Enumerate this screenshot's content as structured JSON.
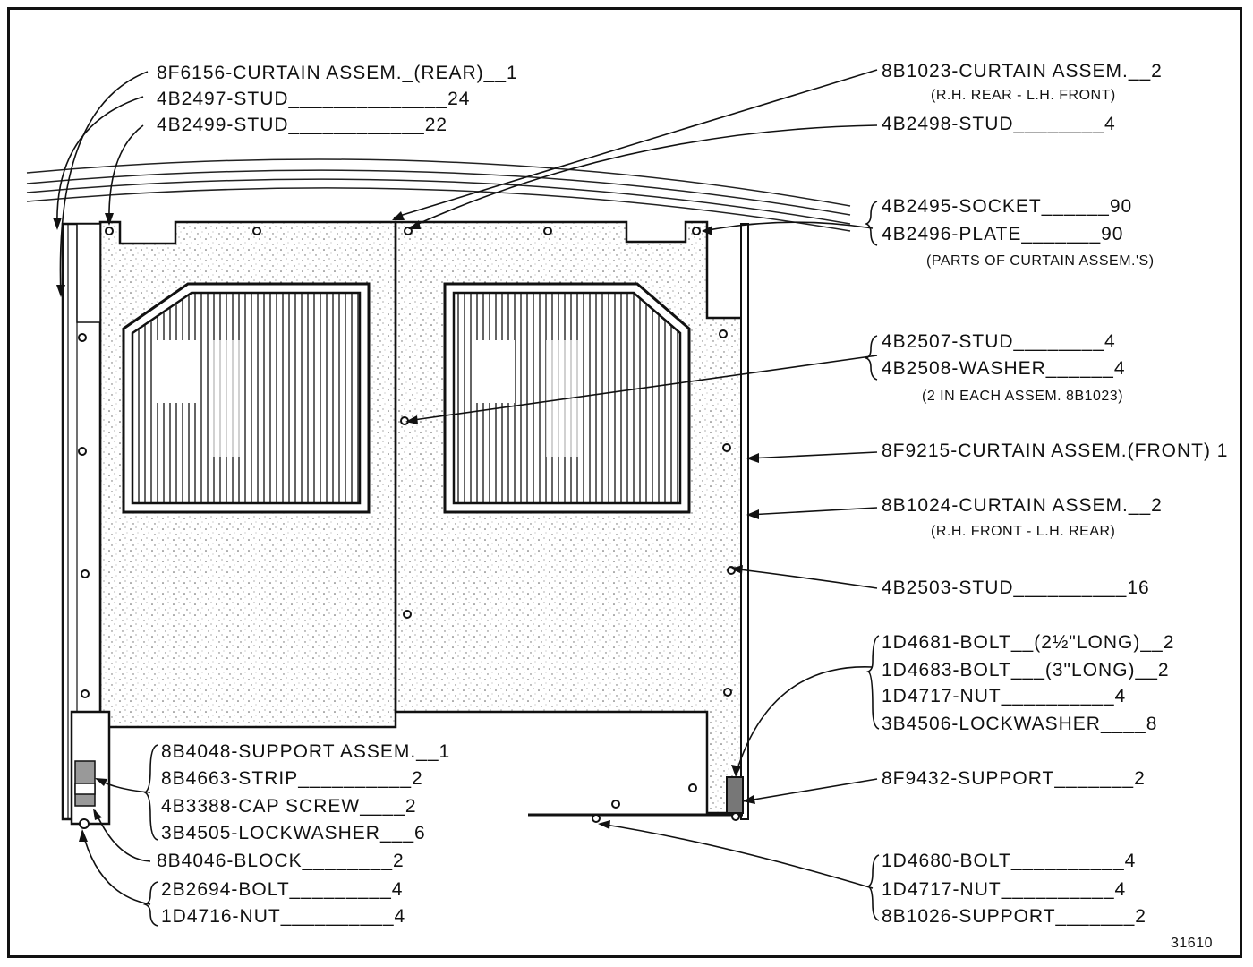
{
  "drawing_number": "31610",
  "callouts": {
    "curtain_rear": "8F6156-CURTAIN ASSEM._(REAR)__1",
    "stud_4b2497": "4B2497-STUD______________24",
    "stud_4b2499": "4B2499-STUD____________22",
    "curtain_8b1023": "8B1023-CURTAIN ASSEM.__2",
    "curtain_8b1023_note": "(R.H. REAR - L.H. FRONT)",
    "stud_4b2498": "4B2498-STUD________4",
    "socket_4b2495": "4B2495-SOCKET______90",
    "plate_4b2496": "4B2496-PLATE_______90",
    "parts_note": "(PARTS OF CURTAIN ASSEM.'S)",
    "stud_4b2507": "4B2507-STUD________4",
    "washer_4b2508": "4B2508-WASHER______4",
    "each_assem_note": "(2 IN EACH ASSEM. 8B1023)",
    "curtain_front": "8F9215-CURTAIN ASSEM.(FRONT) 1",
    "curtain_8b1024": "8B1024-CURTAIN ASSEM.__2",
    "curtain_8b1024_note": "(R.H. FRONT - L.H. REAR)",
    "stud_4b2503": "4B2503-STUD__________16",
    "bolt_1d4681": "1D4681-BOLT__(2½\"LONG)__2",
    "bolt_1d4683": "1D4683-BOLT___(3\"LONG)__2",
    "nut_1d4717_a": "1D4717-NUT__________4",
    "lockwasher_3b4506": "3B4506-LOCKWASHER____8",
    "support_8f9432": "8F9432-SUPPORT_______2",
    "support_assem_8b4048": "8B4048-SUPPORT ASSEM.__1",
    "strip_8b4663": "8B4663-STRIP__________2",
    "cap_screw_4b3388": "4B3388-CAP SCREW____2",
    "lockwasher_3b4505": "3B4505-LOCKWASHER___6",
    "block_8b4046": "8B4046-BLOCK________2",
    "bolt_2b2694": "2B2694-BOLT_________4",
    "nut_1d4716": "1D4716-NUT__________4",
    "bolt_1d4680": "1D4680-BOLT__________4",
    "nut_1d4717_b": "1D4717-NUT__________4",
    "support_8b1026": "8B1026-SUPPORT_______2"
  },
  "colors": {
    "ink": "#111111",
    "paper": "#ffffff",
    "stipple": "#555555"
  }
}
